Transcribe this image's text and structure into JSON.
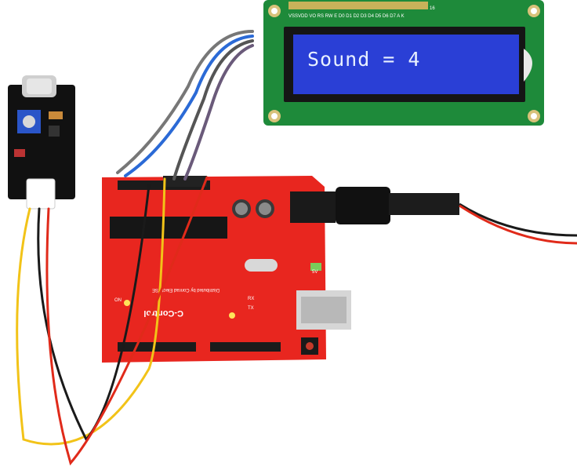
{
  "lcd": {
    "display_text": "Sound = 4",
    "pin_labels": "VSSVDD VO RS RW E  D0 D1 D2 D3 D4 D5 D6 D7 A  K",
    "pin_number": "16"
  },
  "board": {
    "brand": "C-Control",
    "subtitle": "Distributed by Conrad Electr. SE",
    "label_on": "ON",
    "label_rx": "RX",
    "label_tx": "TX",
    "label_5v": "5V"
  },
  "colors": {
    "board_red": "#e8261f",
    "lcd_green": "#1e8a3a",
    "lcd_blue": "#2a3fd6",
    "wire_red": "#e02a1a",
    "wire_yellow": "#f2c318",
    "wire_black": "#1a1a1a",
    "wire_blue": "#2b6ad6",
    "wire_gray": "#777777"
  }
}
